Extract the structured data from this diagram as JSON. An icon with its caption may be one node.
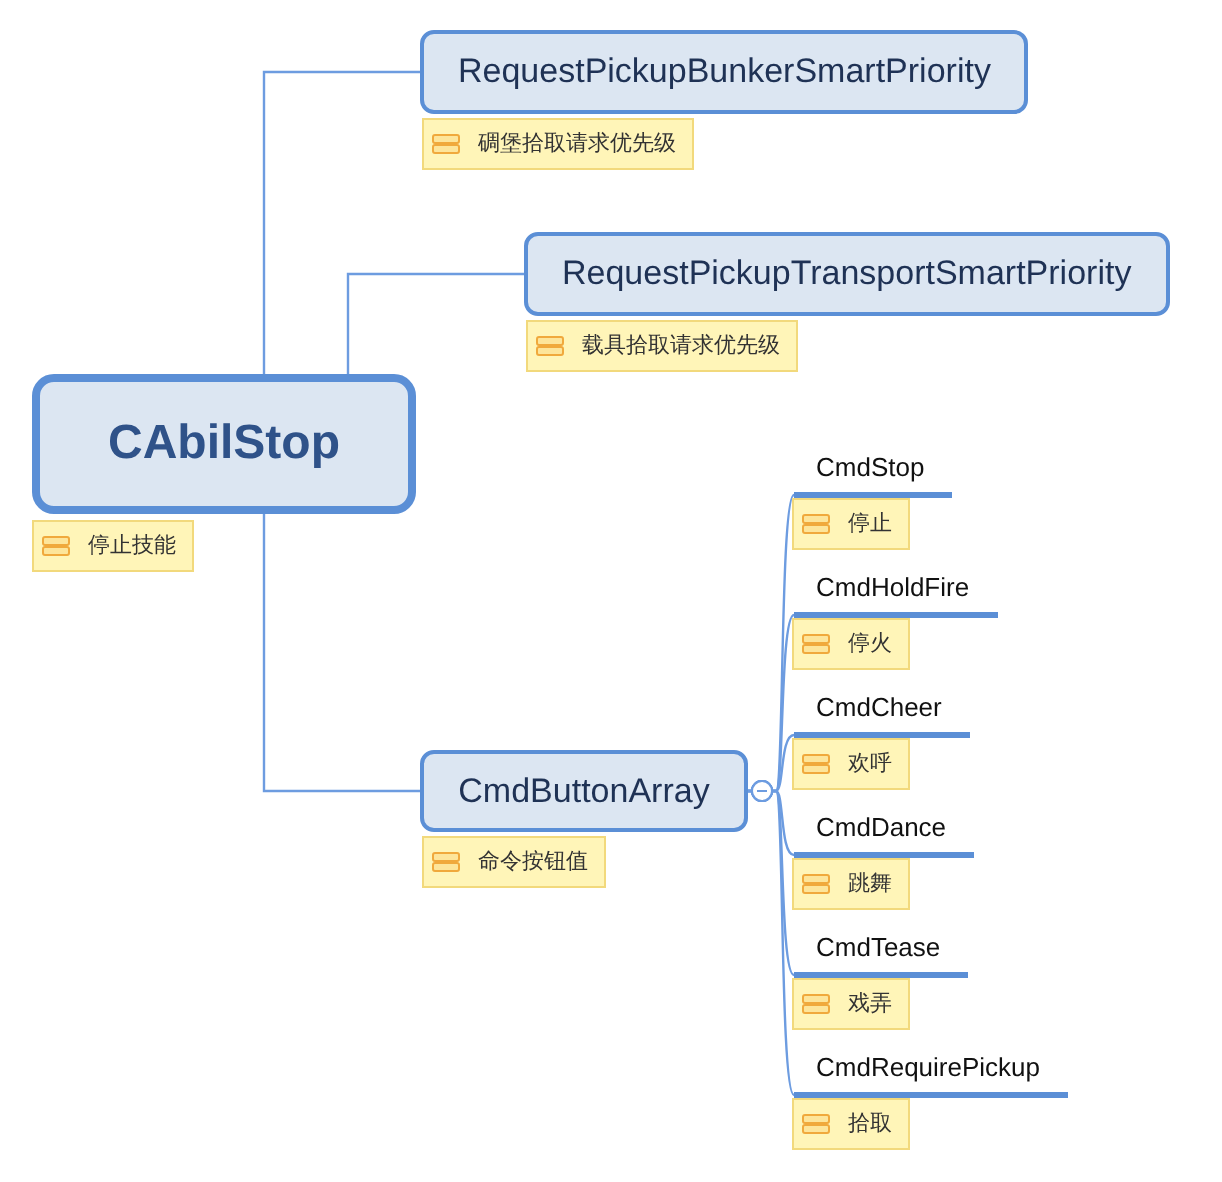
{
  "diagram": {
    "nodes": [
      {
        "text": [
          "CAbilStop"
        ],
        "beside": [
          "停止技能"
        ]
      },
      {
        "text": [
          "RequestPickupBunkerSmartPriority"
        ],
        "beside": [
          "碉堡拾取请求优先级"
        ]
      },
      {
        "text": [
          "RequestPickupTransportSmartPriority"
        ],
        "beside": [
          "载具拾取请求优先级"
        ]
      },
      {
        "text": [
          "CmdButtonArray"
        ],
        "beside": [
          "命令按钮值"
        ]
      },
      {
        "text": [
          "CmdStop"
        ],
        "beside": [
          "停止"
        ]
      },
      {
        "text": [
          "CmdHoldFire"
        ],
        "beside": [
          "停火"
        ]
      },
      {
        "text": [
          "CmdCheer"
        ],
        "beside": [
          "欢呼"
        ]
      },
      {
        "text": [
          "CmdDance"
        ],
        "beside": [
          "跳舞"
        ]
      },
      {
        "text": [
          "CmdTease"
        ],
        "beside": [
          "戏弄"
        ]
      },
      {
        "text": [
          "CmdRequirePickup"
        ],
        "beside": [
          "拾取"
        ]
      }
    ],
    "edges": [
      {
        "from": 0,
        "to": 1,
        "arrow": "none"
      },
      {
        "from": 0,
        "to": 2,
        "arrow": "none"
      },
      {
        "from": 0,
        "to": 3,
        "arrow": "none"
      },
      {
        "from": 3,
        "to": 4,
        "arrow": "other"
      },
      {
        "from": 3,
        "to": 5,
        "arrow": "other"
      },
      {
        "from": 3,
        "to": 6,
        "arrow": "other"
      },
      {
        "from": 3,
        "to": 7,
        "arrow": "other"
      },
      {
        "from": 3,
        "to": 8,
        "arrow": "other"
      },
      {
        "from": 3,
        "to": 9,
        "arrow": "other"
      }
    ]
  }
}
